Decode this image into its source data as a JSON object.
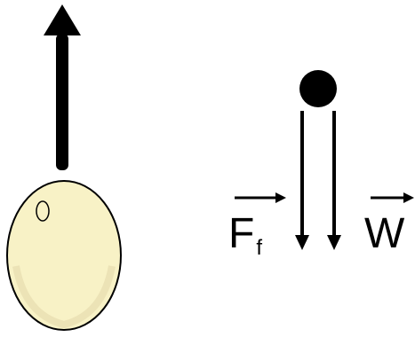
{
  "labels": {
    "friction_main": "F",
    "friction_sub": "f",
    "weight_main": "W"
  },
  "colors": {
    "ink": "#000000",
    "egg_fill": "#F8F2C6",
    "egg_shade": "#E7DDAF"
  },
  "icons": {
    "egg": "egg-icon",
    "up_arrow": "up-arrow-icon",
    "ball": "ball-icon"
  }
}
